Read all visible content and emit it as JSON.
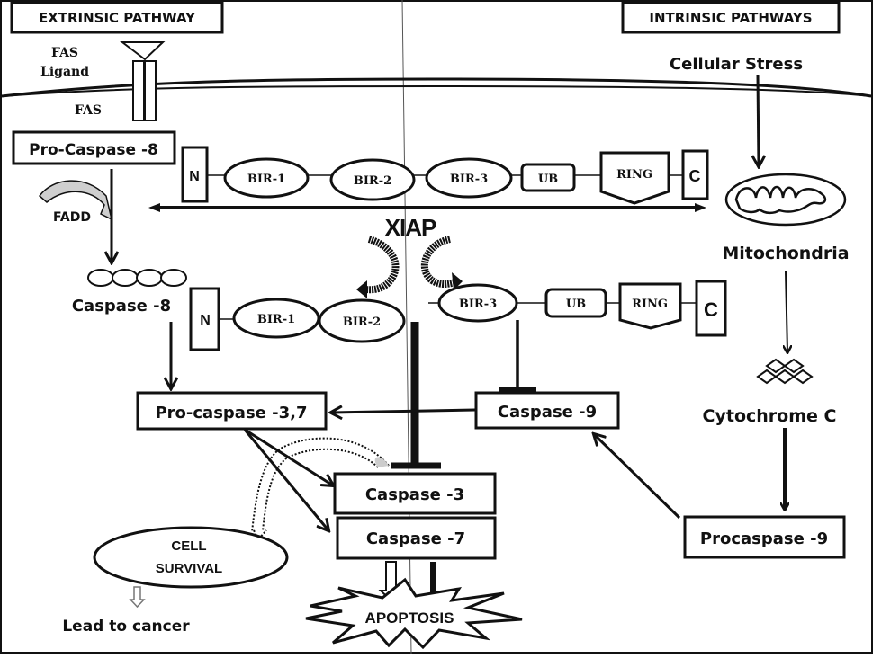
{
  "headers": {
    "extrinsic": "EXTRINSIC PATHWAY",
    "intrinsic": "INTRINSIC PATHWAYS"
  },
  "extrinsic": {
    "fas_ligand_line1": "FAS",
    "fas_ligand_line2": "Ligand",
    "fas": "FAS",
    "pro_caspase_8": "Pro-Caspase -8",
    "fadd": "FADD",
    "caspase_8": "Caspase -8"
  },
  "intrinsic": {
    "cellular_stress": "Cellular Stress",
    "mitochondria": "Mitochondria",
    "cytochrome_c": "Cytochrome C",
    "procaspase_9": "Procaspase -9",
    "caspase_9": "Caspase -9"
  },
  "xiap": {
    "title": "XIAP",
    "full_domains": [
      "N",
      "BIR-1",
      "BIR-2",
      "BIR-3",
      "UB",
      "RING",
      "C"
    ],
    "fragment_left": [
      "N",
      "BIR-1",
      "BIR-2"
    ],
    "fragment_right": [
      "BIR-3",
      "UB",
      "RING",
      "C"
    ]
  },
  "execution": {
    "pro_caspase_3_7": "Pro-caspase -3,7",
    "caspase_3": "Caspase -3",
    "caspase_7": "Caspase -7",
    "apoptosis": "APOPTOSIS"
  },
  "outcome": {
    "cell_survival_line1": "CELL",
    "cell_survival_line2": "SURVIVAL",
    "lead_to_cancer": "Lead to cancer"
  }
}
